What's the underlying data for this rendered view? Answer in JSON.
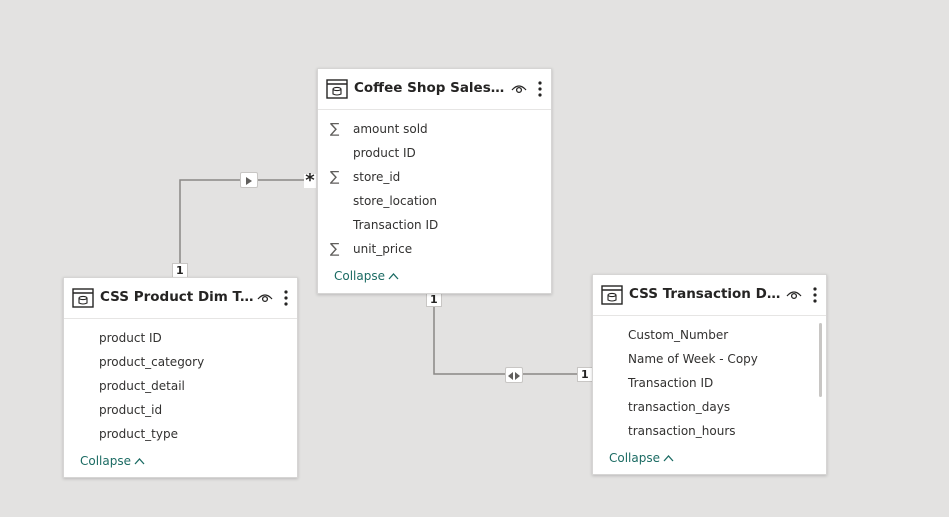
{
  "colors": {
    "canvas_bg": "#e3e2e1",
    "card_bg": "#ffffff",
    "title_text": "#252423",
    "field_text": "#323130",
    "collapse_link": "#1b6b63",
    "relationship_line": "#8a8886"
  },
  "tables": {
    "fact": {
      "title": "Coffee Shop Sales Fac...",
      "header_icons": [
        "table-icon",
        "eye-icon",
        "more-options-icon"
      ],
      "fields": [
        {
          "name": "amount sold",
          "sigma": "∑"
        },
        {
          "name": "product ID",
          "sigma": ""
        },
        {
          "name": "store_id",
          "sigma": "∑"
        },
        {
          "name": "store_location",
          "sigma": ""
        },
        {
          "name": "Transaction ID",
          "sigma": ""
        },
        {
          "name": "unit_price",
          "sigma": "∑"
        }
      ],
      "collapse_label": "Collapse",
      "collapse_icon": "chevron-up-icon"
    },
    "product": {
      "title": "CSS Product Dim Table",
      "header_icons": [
        "table-icon",
        "eye-icon",
        "more-options-icon"
      ],
      "fields": [
        {
          "name": "product ID",
          "sigma": ""
        },
        {
          "name": "product_category",
          "sigma": ""
        },
        {
          "name": "product_detail",
          "sigma": ""
        },
        {
          "name": "product_id",
          "sigma": ""
        },
        {
          "name": "product_type",
          "sigma": ""
        }
      ],
      "collapse_label": "Collapse",
      "collapse_icon": "chevron-up-icon"
    },
    "transaction": {
      "title": "CSS Transaction Dim ...",
      "header_icons": [
        "table-icon",
        "eye-icon",
        "more-options-icon"
      ],
      "fields": [
        {
          "name": "Custom_Number",
          "sigma": ""
        },
        {
          "name": "Name of Week - Copy",
          "sigma": ""
        },
        {
          "name": "Transaction ID",
          "sigma": ""
        },
        {
          "name": "transaction_days",
          "sigma": ""
        },
        {
          "name": "transaction_hours",
          "sigma": ""
        }
      ],
      "collapse_label": "Collapse",
      "collapse_icon": "chevron-up-icon"
    }
  },
  "relationships": {
    "product_fact": {
      "one_label": "1",
      "many_label": "*",
      "direction": "single"
    },
    "fact_transaction": {
      "fact_side_label": "1",
      "transaction_side_label": "1",
      "direction": "both"
    }
  }
}
